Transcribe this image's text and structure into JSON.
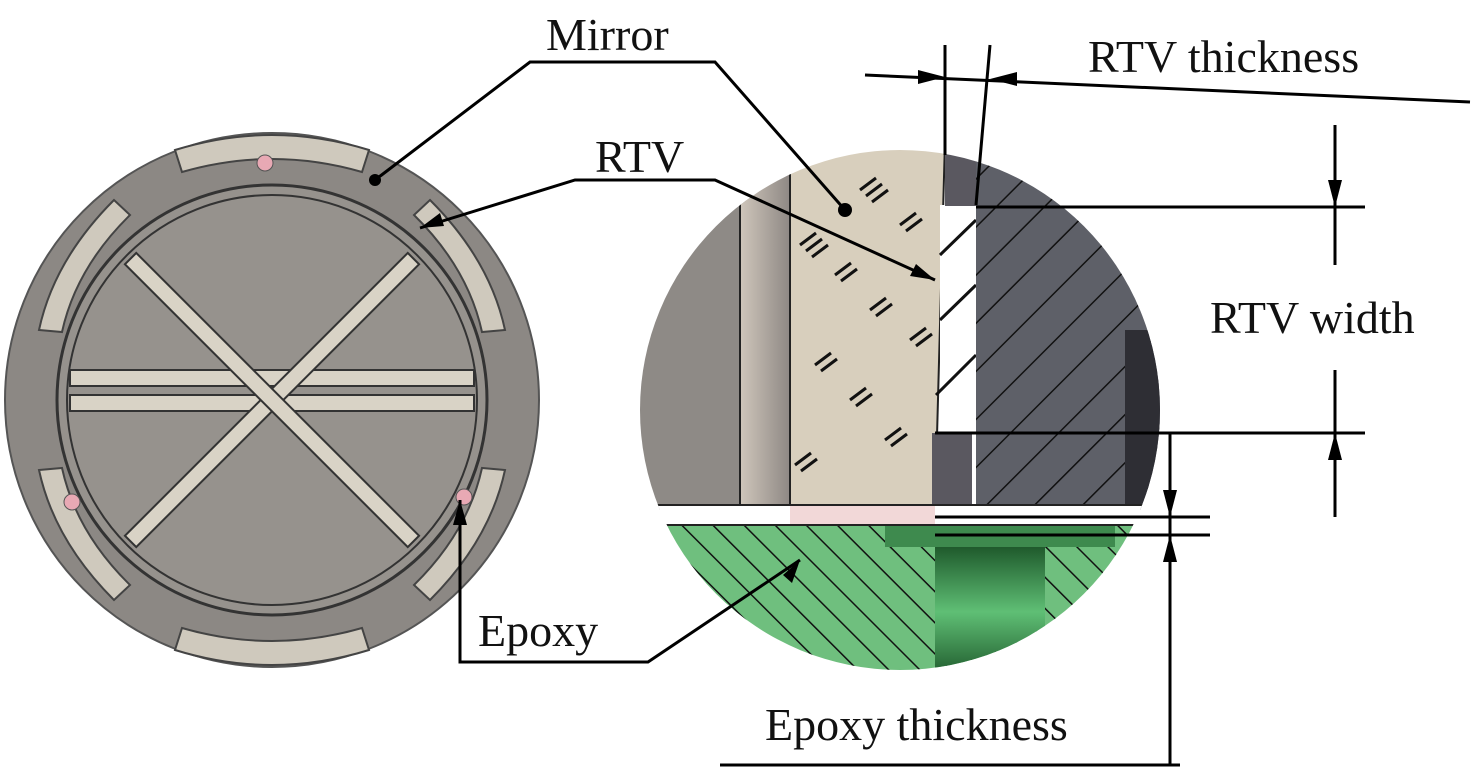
{
  "labels": {
    "mirror": "Mirror",
    "rtv": "RTV",
    "rtv_thickness": "RTV thickness",
    "rtv_width": "RTV width",
    "epoxy": "Epoxy",
    "epoxy_thickness": "Epoxy thickness"
  },
  "colors": {
    "mount_gray": "#8e8a86",
    "mirror_beige": "#d8cfbd",
    "metal_dark": "#5e6068",
    "epoxy_green": "#6fbf7e",
    "pink_pad": "#e8a9b4"
  }
}
